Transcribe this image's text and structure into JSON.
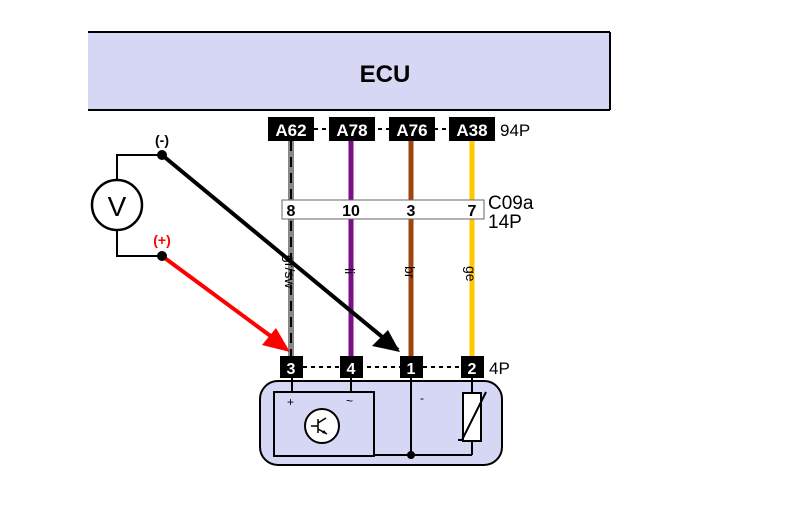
{
  "ecu": {
    "label": "ECU",
    "connector": "94P",
    "fill": "#d6d6f5"
  },
  "ecu_pins": [
    {
      "pin": "A62",
      "wire_color": "#808080",
      "wire_label": "gr/sw"
    },
    {
      "pin": "A78",
      "wire_color": "#7b0f8a",
      "wire_label": "li"
    },
    {
      "pin": "A76",
      "wire_color": "#a0450f",
      "wire_label": "br"
    },
    {
      "pin": "A38",
      "wire_color": "#ffc800",
      "wire_label": "ge"
    }
  ],
  "intermediate_connector": {
    "name": "C09a",
    "size": "14P",
    "pins": [
      "8",
      "10",
      "3",
      "7"
    ]
  },
  "sensor_connector": {
    "size": "4P",
    "pins": [
      "3",
      "4",
      "1",
      "2"
    ],
    "terminal_marks": {
      "plus": "+",
      "tilde": "~",
      "minus": "-"
    }
  },
  "voltmeter": {
    "symbol": "V",
    "negative_label": "(-)",
    "positive_label": "(+)",
    "positive_color": "#ff0000"
  }
}
